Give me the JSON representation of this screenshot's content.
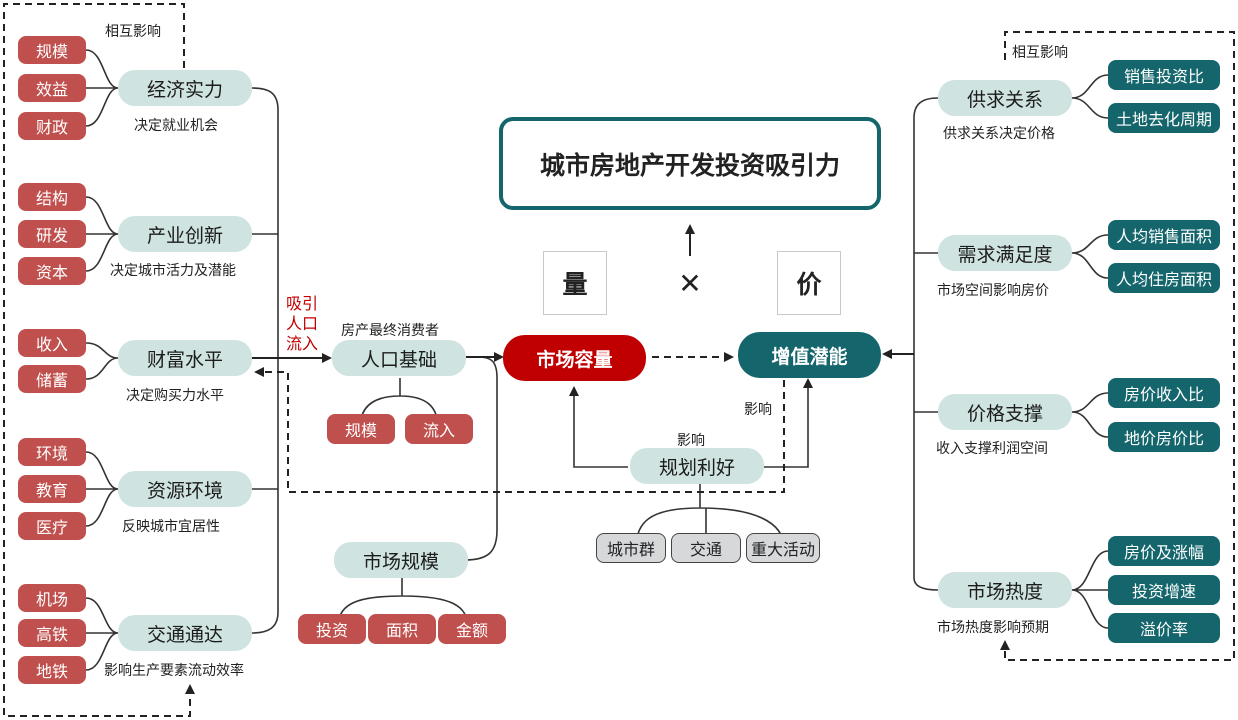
{
  "title": "城市房地产开发投资吸引力",
  "quantity": "量",
  "times": "✕",
  "price": "价",
  "market_capacity": "市场容量",
  "value_potential": "增值潜能",
  "left": {
    "mutual_influence": "相互影响",
    "economy": {
      "name": "经济实力",
      "desc": "决定就业机会",
      "items": [
        "规模",
        "效益",
        "财政"
      ]
    },
    "industry": {
      "name": "产业创新",
      "desc": "决定城市活力及潜能",
      "items": [
        "结构",
        "研发",
        "资本"
      ]
    },
    "wealth": {
      "name": "财富水平",
      "desc": "决定购买力水平",
      "items": [
        "收入",
        "储蓄"
      ]
    },
    "resources": {
      "name": "资源环境",
      "desc": "反映城市宜居性",
      "items": [
        "环境",
        "教育",
        "医疗"
      ]
    },
    "transport": {
      "name": "交通通达",
      "desc": "影响生产要素流动效率",
      "items": [
        "机场",
        "高铁",
        "地铁"
      ]
    }
  },
  "attract_text": [
    "吸引",
    "人口",
    "流入"
  ],
  "population": {
    "name": "人口基础",
    "desc": "房产最终消费者",
    "items": [
      "规模",
      "流入"
    ]
  },
  "market_scale": {
    "name": "市场规模",
    "items": [
      "投资",
      "面积",
      "金额"
    ]
  },
  "planning": {
    "name": "规划利好",
    "influence_top": "影响",
    "influence_side": "影响",
    "items": [
      "城市群",
      "交通",
      "重大活动"
    ]
  },
  "right": {
    "mutual_influence": "相互影响",
    "supply": {
      "name": "供求关系",
      "desc": "供求关系决定价格",
      "items": [
        "销售投资比",
        "土地去化周期"
      ]
    },
    "demand": {
      "name": "需求满足度",
      "desc": "市场空间影响房价",
      "items": [
        "人均销售面积",
        "人均住房面积"
      ]
    },
    "price_support": {
      "name": "价格支撑",
      "desc": "收入支撑利润空间",
      "items": [
        "房价收入比",
        "地价房价比"
      ]
    },
    "heat": {
      "name": "市场热度",
      "desc": "市场热度影响预期",
      "items": [
        "房价及涨幅",
        "投资增速",
        "溢价率"
      ]
    }
  },
  "colors": {
    "teal": "#14666c",
    "red": "#c0504d",
    "capacity_red": "#c00000",
    "light": "#cfe3e0"
  }
}
